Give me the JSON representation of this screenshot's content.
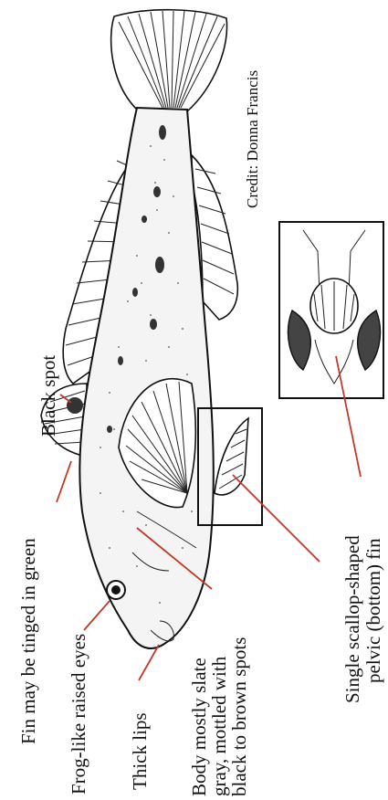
{
  "labels": {
    "black_spot": "Black spot",
    "fin_green": "Fin may be tinged in green",
    "eyes": "Frog-like raised eyes",
    "lips": "Thick lips",
    "body_line1": "Body mostly slate",
    "body_line2": "gray, mottled with",
    "body_line3": "black to brown spots",
    "pelvic_line1": "Single scallop-shaped",
    "pelvic_line2": "pelvic (bottom) fin",
    "credit": "Credit: Donna Francis"
  },
  "colors": {
    "leader_line": "#c0392b",
    "ink": "#111111"
  }
}
